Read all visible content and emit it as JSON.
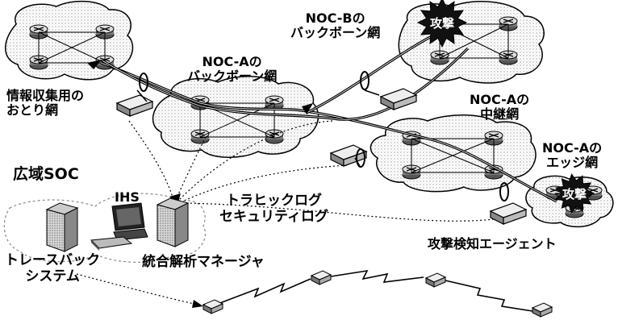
{
  "labels": {
    "noc_b_backbone": [
      "NOC-Bの",
      "バックボーン網"
    ],
    "noc_a_backbone": [
      "NOC-Aの",
      "バックボーン網"
    ],
    "decoy_net": [
      "情報収集用の",
      "おとり網"
    ],
    "noc_a_relay": [
      "NOC-Aの",
      "中継網"
    ],
    "noc_a_edge": [
      "NOC-Aの",
      "エッジ網"
    ],
    "wide_soc": "広域SOC",
    "ihs": "IHS",
    "logs": [
      "トラヒックログ",
      "セキュリティログ"
    ],
    "traceback": [
      "トレースバック",
      "システム"
    ],
    "analysis_manager": "統合解析マネージャ",
    "detection_agent": "攻撃検知エージェント"
  },
  "attack_badges": [
    "攻撃",
    "攻撃"
  ]
}
